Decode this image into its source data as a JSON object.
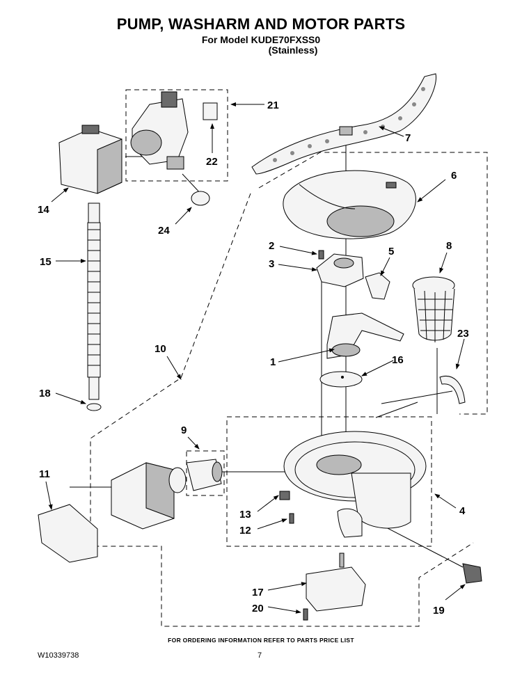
{
  "header": {
    "title": "PUMP, WASHARM AND MOTOR PARTS",
    "model_line": "For Model KUDE70FXSS0",
    "finish_line": "(Stainless)"
  },
  "callouts": [
    "1",
    "2",
    "3",
    "4",
    "5",
    "6",
    "7",
    "8",
    "9",
    "10",
    "11",
    "12",
    "13",
    "14",
    "15",
    "16",
    "17",
    "18",
    "19",
    "20",
    "21",
    "22",
    "23",
    "24"
  ],
  "footer": {
    "ordering_note": "FOR ORDERING INFORMATION REFER TO PARTS PRICE LIST",
    "document_id": "W10339738",
    "page_number": "7"
  }
}
